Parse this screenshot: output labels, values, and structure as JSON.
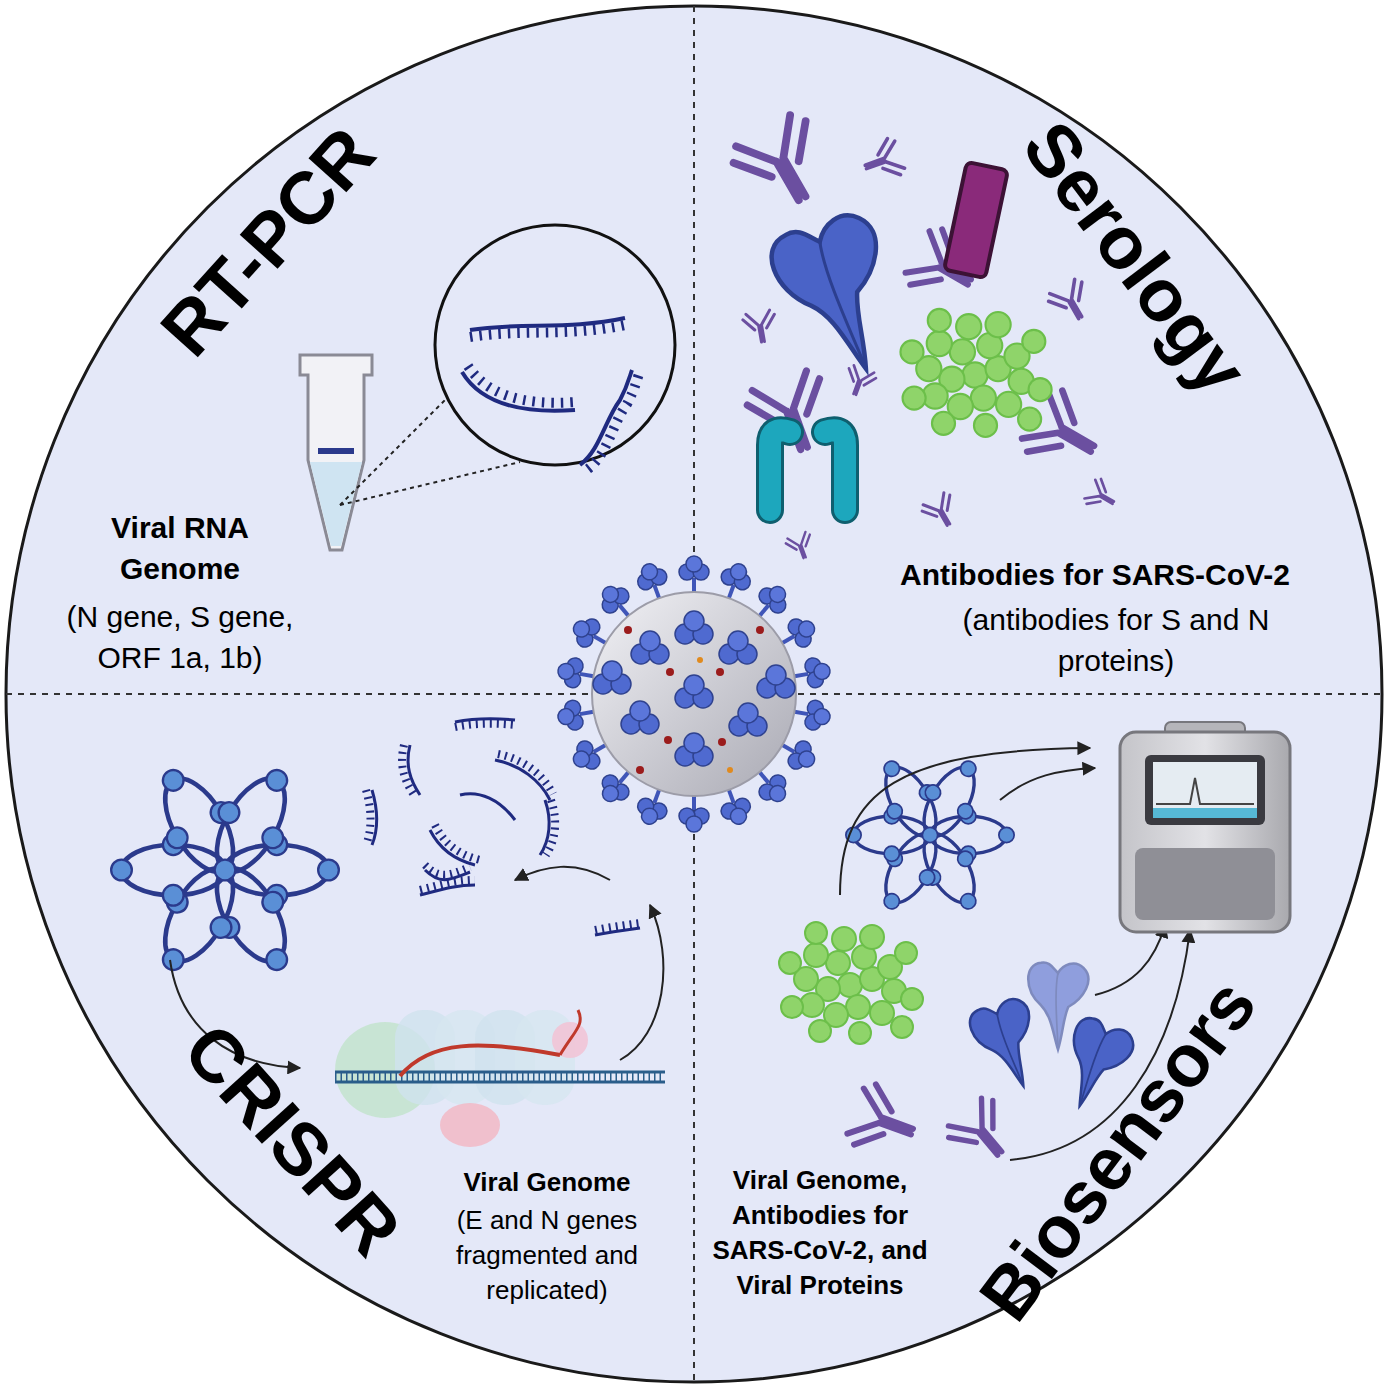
{
  "diagram": {
    "nodes": [
      {
        "text": [
          "RT-PCR",
          "Viral RNA Genome",
          "(N gene, S gene, ORF 1a, 1b)"
        ]
      },
      {
        "text": [
          "Serology",
          "Antibodies for SARS-CoV-2",
          "(antibodies for S and N proteins)"
        ]
      },
      {
        "text": [
          "CRISPR",
          "Viral Genome",
          "(E and N genes fragmented and replicated)"
        ]
      },
      {
        "text": [
          "Biosensors",
          "Viral Genome, Antibodies for SARS-CoV-2, and Viral Proteins"
        ]
      }
    ]
  }
}
